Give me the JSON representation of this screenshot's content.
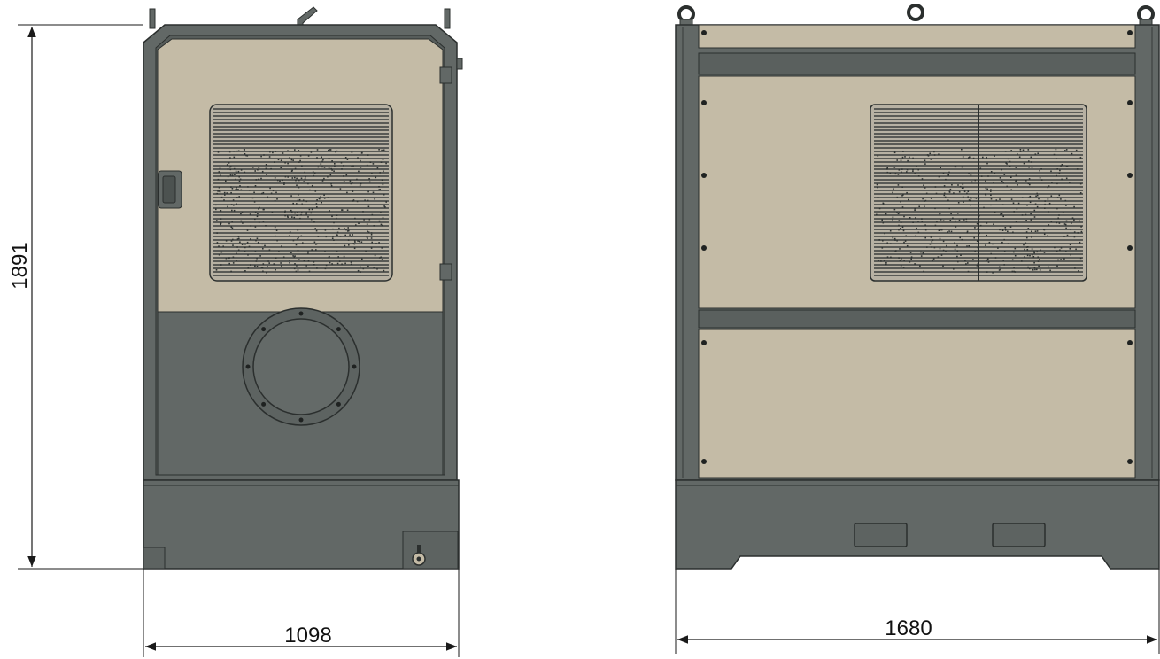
{
  "dimensions": {
    "side_height": "1891",
    "side_width": "1098",
    "front_width": "1680"
  },
  "colors": {
    "frame": "#626866",
    "frame_dark": "#4c5250",
    "panel": "#c4bba6",
    "outline": "#2b2f2e",
    "line": "#1a1a1a"
  }
}
